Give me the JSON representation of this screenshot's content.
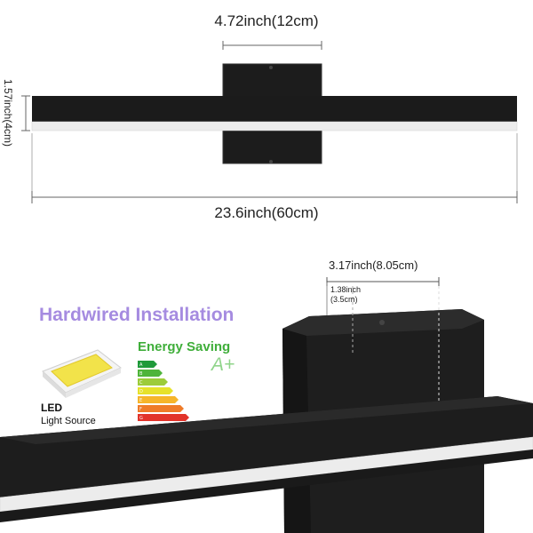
{
  "top_view": {
    "width_label": "4.72inch(12cm)",
    "length_label": "23.6inch(60cm)",
    "height_label": "1.57inch(4cm)"
  },
  "perspective_view": {
    "depth_label": "3.17inch(8.05cm)",
    "small_depth_line1": "1.38inch",
    "small_depth_line2": "(3.5cm)"
  },
  "features": {
    "title": "Hardwired Installation",
    "energy_title": "Energy Saving",
    "energy_grade": "A+",
    "energy_letters": [
      "A",
      "B",
      "C",
      "D",
      "E",
      "F",
      "G"
    ],
    "led_label": "LED",
    "light_source_label": "Light Source"
  },
  "colors": {
    "title_purple": "#a58be0",
    "energy_green": "#3fae3a",
    "fixture_black": "#1c1c1c",
    "led_yellow": "#f2e34a"
  }
}
